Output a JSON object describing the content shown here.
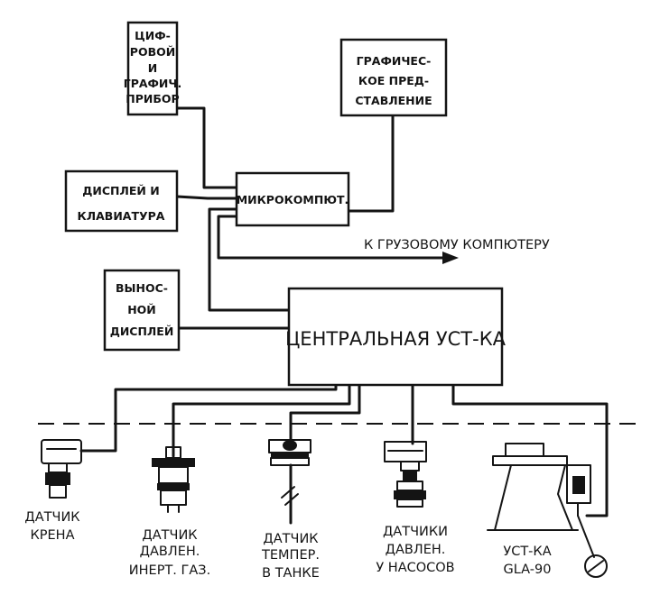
{
  "boxes": {
    "digital_device": [
      "ЦИФ-",
      "РОВОЙ",
      "И",
      "ГРАФИЧ.",
      "ПРИБОР"
    ],
    "graphic_repr": [
      "ГРАФИЧЕС-",
      "КОЕ ПРЕД-",
      "СТАВЛЕНИЕ"
    ],
    "display_keyboard": [
      "ДИСПЛЕЙ И",
      "КЛАВИАТУРА"
    ],
    "microcomputer": "МИКРОКОМПЮТ.",
    "remote_display": [
      "ВЫНОС-",
      "НОЙ",
      "ДИСПЛЕЙ"
    ],
    "central_unit": "ЦЕНТРАЛЬНАЯ УСТ-КА"
  },
  "arrow_label": "К ГРУЗОВОМУ КОМПЮТЕРУ",
  "sensors": {
    "heel": [
      "ДАТЧИК",
      "КРЕНА"
    ],
    "inert_gas_pressure": [
      "ДАТЧИК",
      "ДАВЛЕН.",
      "ИНЕРТ. ГАЗ."
    ],
    "tank_temp": [
      "ДАТЧИК",
      "ТЕМПЕР.",
      "В ТАНКЕ"
    ],
    "pump_pressure": [
      "ДАТЧИКИ",
      "ДАВЛЕН.",
      "У НАСОСОВ"
    ],
    "gla_unit": [
      "УСТ-КА",
      "GLA-90"
    ]
  },
  "colors": {
    "ink": "#141414",
    "paper": "#ffffff"
  }
}
